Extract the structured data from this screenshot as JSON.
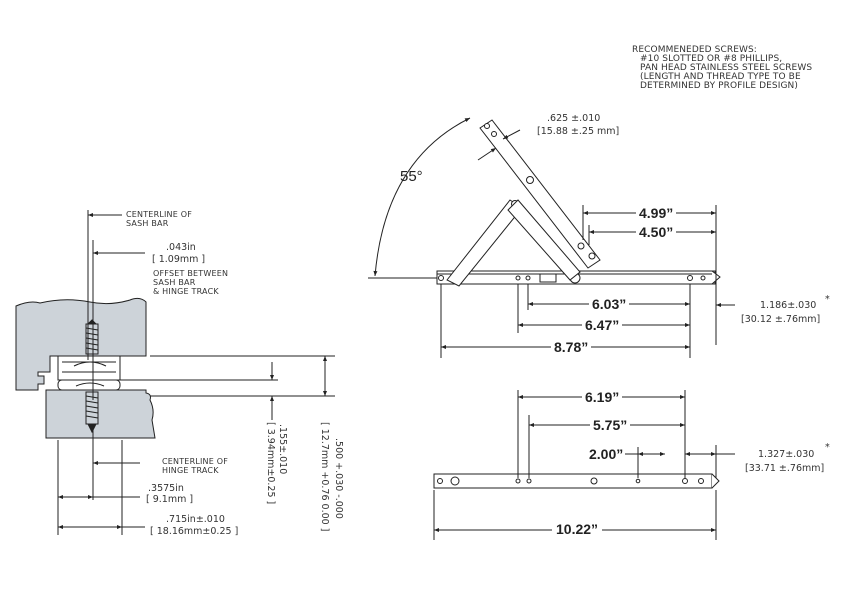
{
  "notes": {
    "screws": [
      "RECOMMENEDED SCREWS:",
      "#10 SLOTTED OR #8 PHILLIPS,",
      "PAN HEAD STAINLESS STEEL SCREWS",
      "(LENGTH AND THREAD TYPE TO BE",
      "DETERMINED BY PROFILE DESIGN)"
    ]
  },
  "section_view": {
    "centerline_sash": [
      "CENTERLINE OF",
      "SASH BAR"
    ],
    "offset_value_in": ".043in",
    "offset_value_mm": "[ 1.09mm ]",
    "offset_caption": [
      "OFFSET BETWEEN",
      "SASH BAR",
      "& HINGE TRACK"
    ],
    "centerline_hinge": [
      "CENTERLINE OF",
      "HINGE TRACK"
    ],
    "half_width_in": ".3575in",
    "half_width_mm": "[ 9.1mm ]",
    "width_in": ".715in±.010",
    "width_mm": "[ 18.16mm±0.25 ]",
    "gap_in": ".155±.010",
    "gap_mm": "[ 3.94mm±0.25 ]",
    "height_in": ".500 +.030 -.000",
    "height_mm": "[ 12.7mm +0.76 0.00 ]"
  },
  "open_view": {
    "angle": "55°",
    "arm_width_in": ".625 ±.010",
    "arm_width_mm": "[15.88 ±.25 mm]",
    "dims": {
      "d499": "4.99”",
      "d450": "4.50”",
      "d603": "6.03”",
      "d647": "6.47”",
      "d878": "8.78”"
    },
    "stack_in": "1.186±.030",
    "stack_mm": "[30.12 ±.76mm]",
    "asterisk": "*"
  },
  "closed_view": {
    "dims": {
      "d619": "6.19”",
      "d575": "5.75”",
      "d200": "2.00”",
      "d1022": "10.22”"
    },
    "stack_in": "1.327±.030",
    "stack_mm": "[33.71 ±.76mm]",
    "asterisk": "*"
  },
  "colors": {
    "wood_fill": "#cdd3d9",
    "line": "#222222"
  }
}
